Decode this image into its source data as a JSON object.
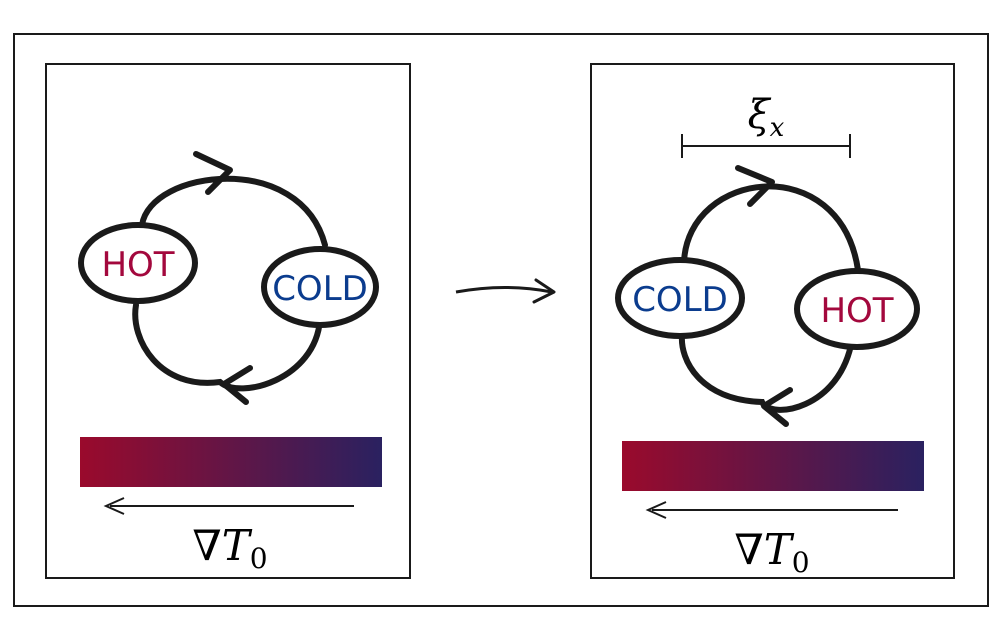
{
  "panels": [
    {
      "blobs": [
        {
          "label": "HOT",
          "kind": "hot"
        },
        {
          "label": "COLD",
          "kind": "cold"
        }
      ],
      "gradient_symbol": "∇",
      "gradient_var": "T",
      "gradient_sub": "0"
    },
    {
      "scale_var": "ξ",
      "scale_sub": "x",
      "blobs": [
        {
          "label": "COLD",
          "kind": "cold"
        },
        {
          "label": "HOT",
          "kind": "hot"
        }
      ],
      "gradient_symbol": "∇",
      "gradient_var": "T",
      "gradient_sub": "0"
    }
  ],
  "colors": {
    "hot": "#a3083d",
    "cold": "#0b3c8e",
    "gradient_start": "#9a0a2c",
    "gradient_end": "#2a2160",
    "stroke": "#1a1a1a"
  }
}
